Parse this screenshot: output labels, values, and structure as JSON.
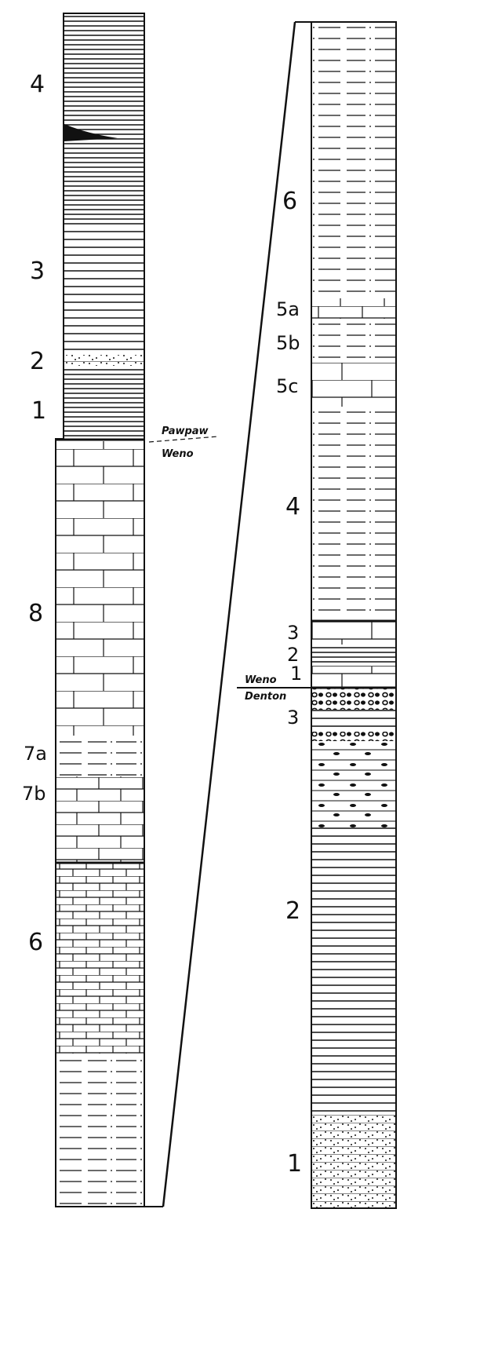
{
  "left_column": {
    "unit_labels": {
      "u4": "4",
      "u3": "3",
      "u2": "2",
      "u1": "1",
      "u8": "8",
      "u7a": "7a",
      "u7b": "7b",
      "u6": "6"
    },
    "contact_upper": "Pawpaw",
    "contact_lower": "Weno"
  },
  "right_column": {
    "unit_labels": {
      "u6": "6",
      "u5a": "5a",
      "u5b": "5b",
      "u5c": "5c",
      "u4": "4",
      "u3": "3",
      "u2": "2",
      "u1": "1",
      "d3": "3",
      "d2": "2",
      "d1": "1"
    },
    "contact_upper": "Weno",
    "contact_lower": "Denton"
  }
}
